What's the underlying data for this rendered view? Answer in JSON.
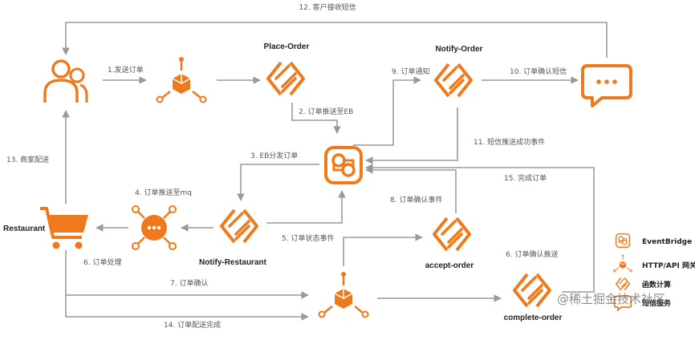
{
  "nodes": {
    "place_order": "Place-Order",
    "notify_order": "Notify-Order",
    "notify_restaurant": "Notify-Restaurant",
    "accept_order": "accept-order",
    "complete_order": "complete-order",
    "restaurant": "Restaurant"
  },
  "edges": {
    "e1": "1.发送订单",
    "e2": "2. 订单推送至EB",
    "e3": "3. EB分发订单",
    "e4": "4. 订单推送至mq",
    "e5": "5. 订单状态事件",
    "e6": "6. 订单处理",
    "e6b": "6. 订单确认推送",
    "e7": "7. 订单确认",
    "e8": "8. 订单确认事件",
    "e9": "9. 订单通知",
    "e10": "10. 订单确认短信",
    "e11": "11. 短信推送成功事件",
    "e12": "12. 客户接收短信",
    "e13": "13. 商家配送",
    "e14": "14. 订单配送完成",
    "e15": "15. 完成订单"
  },
  "legend": [
    {
      "label": "EventBridge",
      "icon": "eventbridge-icon"
    },
    {
      "label": "HTTP/API 网关",
      "icon": "api-gateway-icon"
    },
    {
      "label": "函数计算",
      "icon": "function-compute-icon"
    },
    {
      "label": "短信服务",
      "icon": "sms-icon"
    }
  ],
  "watermark": "@稀土掘金技术社区",
  "colors": {
    "accent": "#f07a1b",
    "line": "#9a9a9a",
    "text": "#333333"
  }
}
